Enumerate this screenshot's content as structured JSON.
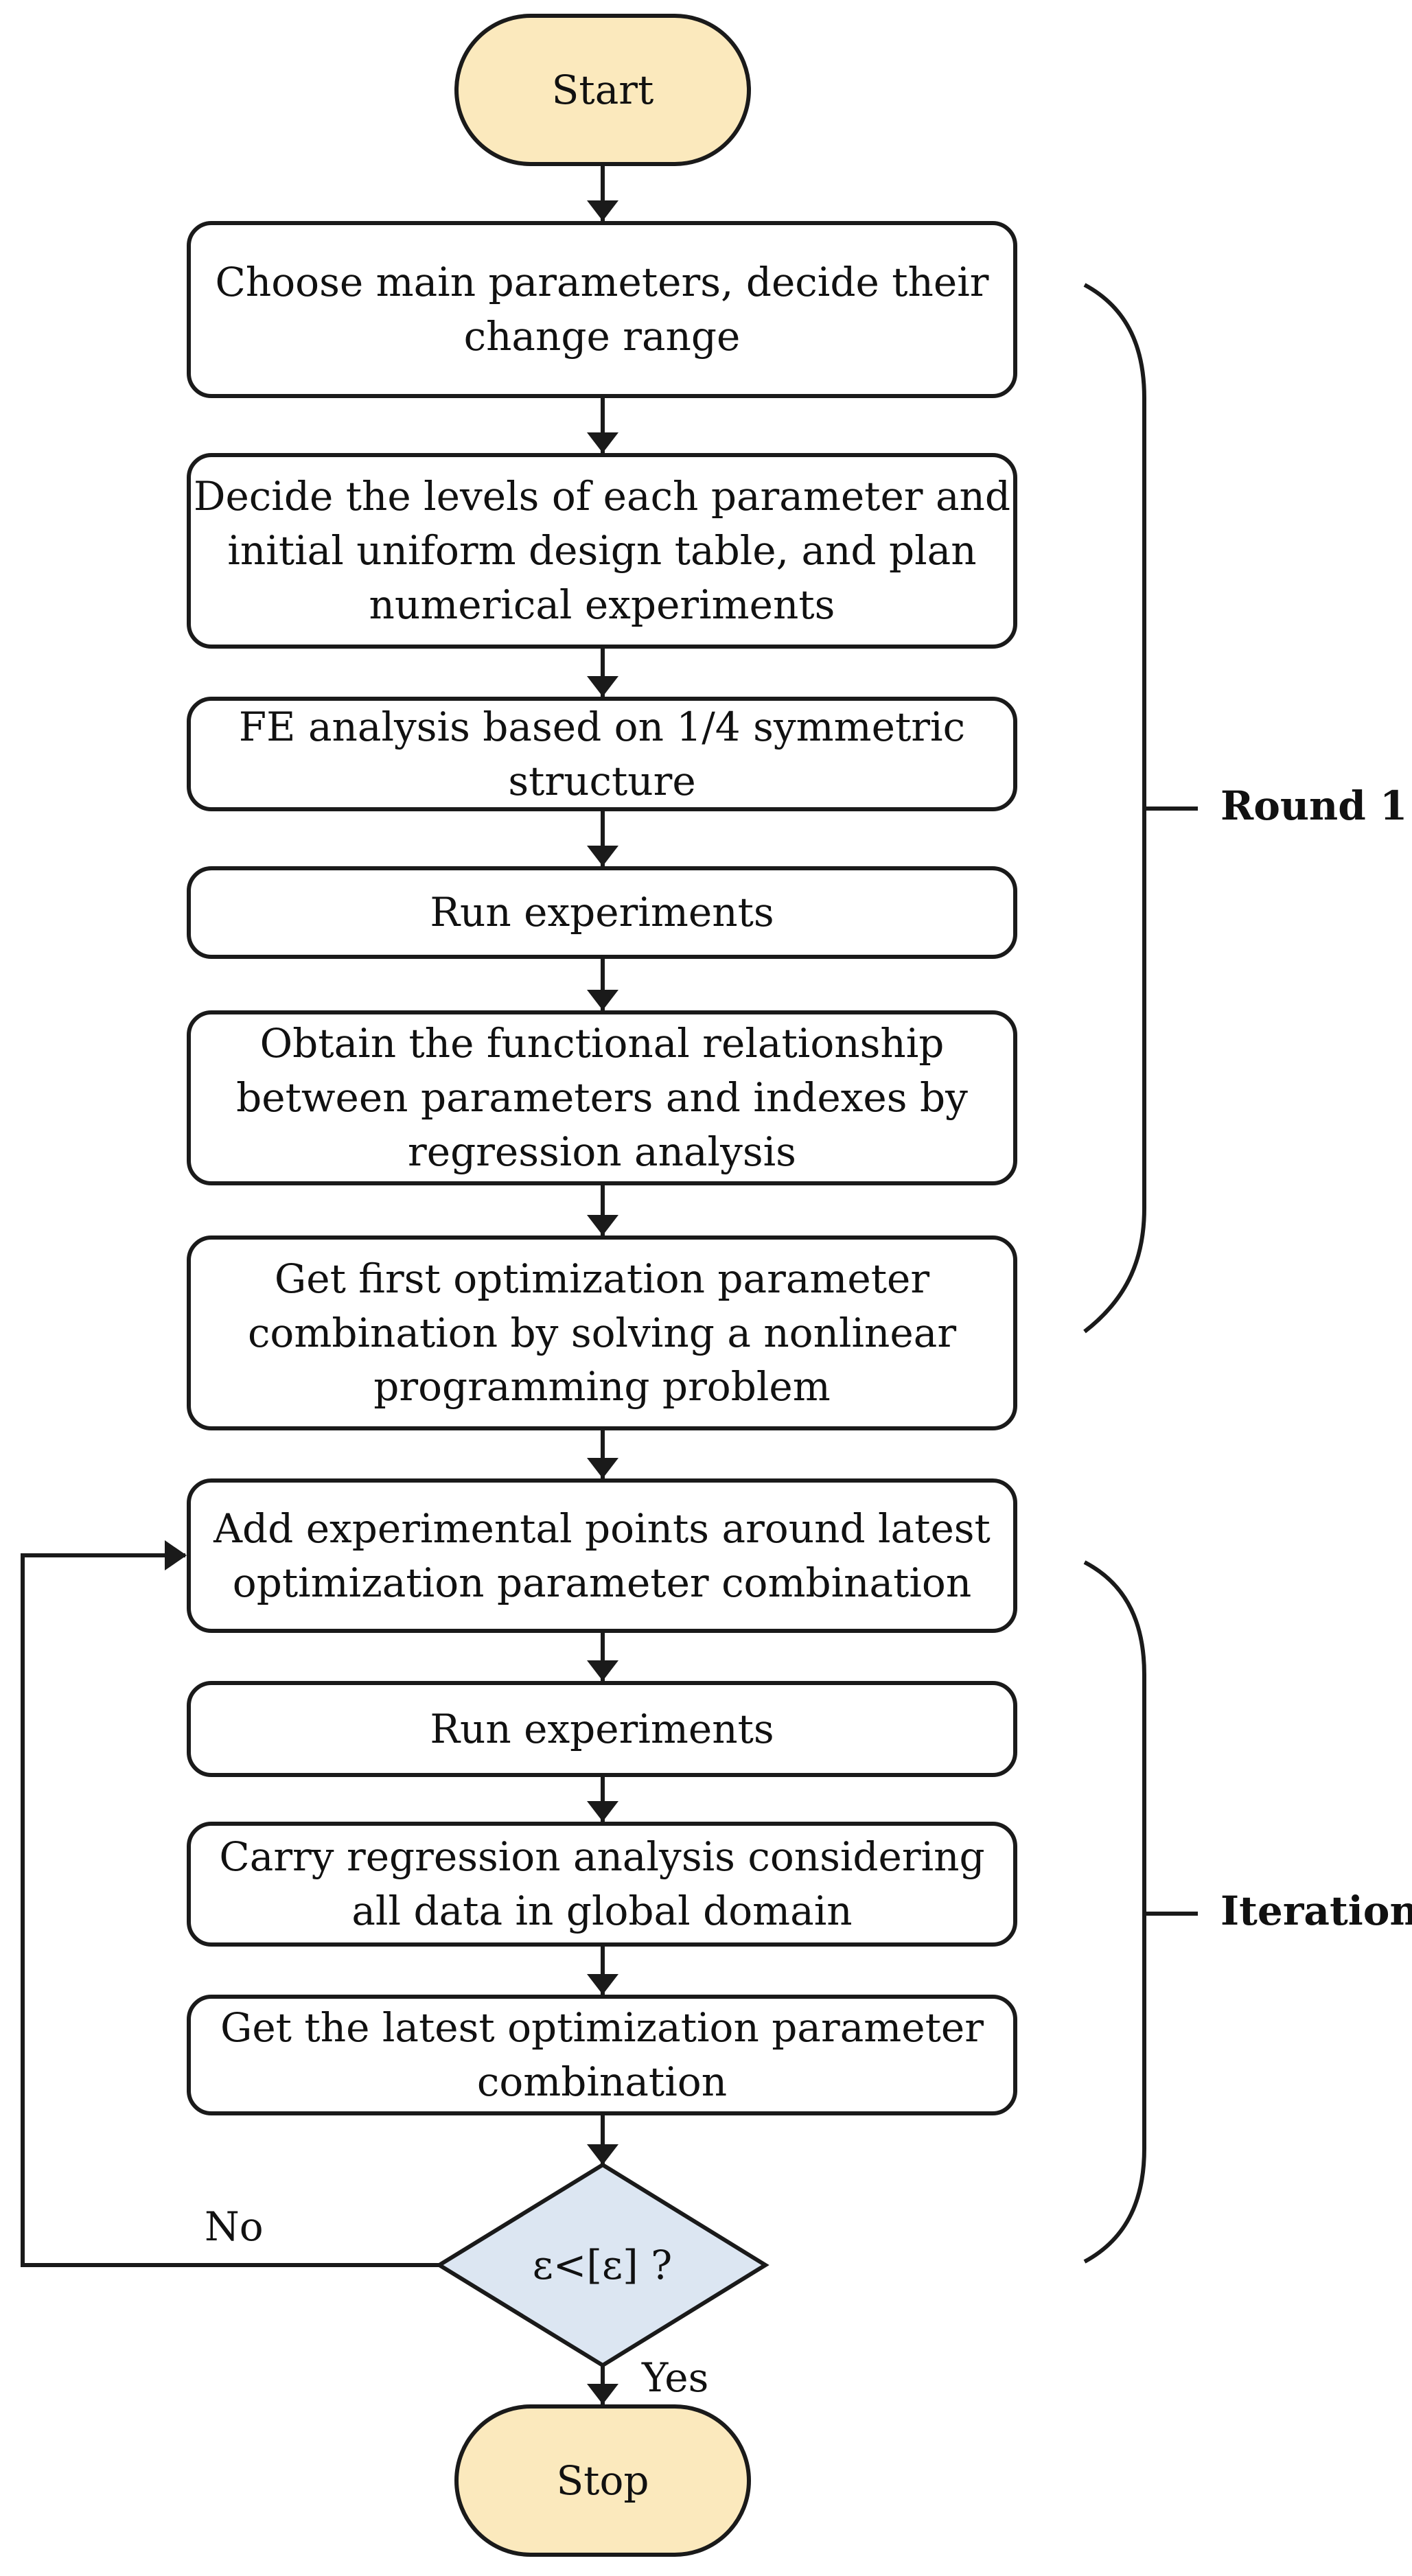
{
  "flowchart": {
    "start": "Start",
    "stop": "Stop",
    "steps": [
      {
        "lines": [
          "Choose main parameters, decide their",
          "change range"
        ]
      },
      {
        "lines": [
          "Decide the levels of each parameter and",
          "initial uniform design table, and plan",
          "numerical experiments"
        ]
      },
      {
        "lines": [
          "FE analysis based on 1/4 symmetric",
          "structure"
        ]
      },
      {
        "lines": [
          "Run experiments"
        ]
      },
      {
        "lines": [
          "Obtain the functional relationship",
          "between parameters and indexes by",
          "regression analysis"
        ]
      },
      {
        "lines": [
          "Get first optimization parameter",
          "combination by solving a nonlinear",
          "programming problem"
        ]
      },
      {
        "lines": [
          "Add experimental points around latest",
          "optimization parameter combination"
        ]
      },
      {
        "lines": [
          "Run experiments"
        ]
      },
      {
        "lines": [
          "Carry regression analysis considering",
          "all data in global domain"
        ]
      },
      {
        "lines": [
          "Get the latest optimization parameter",
          "combination"
        ]
      }
    ],
    "decision": "ε<[ε] ?",
    "no_label": "No",
    "yes_label": "Yes"
  },
  "brackets": {
    "round1": "Round 1",
    "iteration": "Iteration"
  },
  "colors": {
    "terminal_fill": "#fbe9bd",
    "decision_fill": "#dce6f2",
    "stroke": "#1a1a1a"
  }
}
